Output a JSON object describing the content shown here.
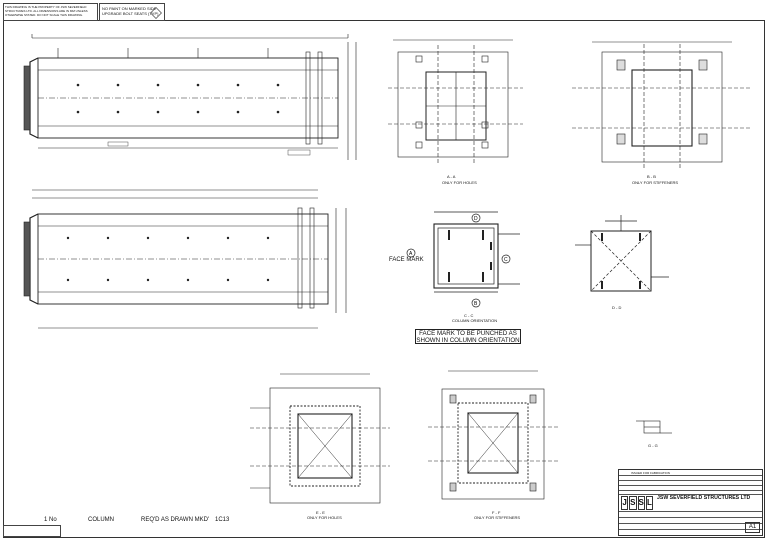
{
  "notes_block": {
    "text": "THIS DRAWING IS THE PROPERTY OF JSW SEVERFIELD STRUCTURES LTD. ALL DIMENSIONS ARE IN MM UNLESS OTHERWISE STATED. DO NOT SCALE THIS DRAWING."
  },
  "paint_box": {
    "line1": "NO PAINT ON MARKED SIDE",
    "line2": "UPGRADE BOLT SEATS (TYP)"
  },
  "views": {
    "aa_label": "A - A",
    "aa_sub": "ONLY FOR HOLES",
    "bb_label": "B - B",
    "bb_sub": "ONLY FOR STIFFENERS",
    "cc_label": "C - C",
    "cc_sub": "COLUMN ORIENTATION",
    "dd_label": "D - D",
    "ee_label": "E - E",
    "ee_sub": "ONLY FOR HOLES",
    "ff_label": "F - F",
    "ff_sub": "ONLY FOR STIFFENERS",
    "gg_label": "G - G"
  },
  "orientation": {
    "face_a": "A",
    "face_b": "B",
    "face_c": "C",
    "face_d": "D",
    "face_mark": "FACE MARK"
  },
  "face_note": {
    "line1": "FACE MARK TO BE PUNCHED AS",
    "line2": "SHOWN IN COLUMN ORIENTATION"
  },
  "bom": {
    "qty": "1 No",
    "item": "COLUMN",
    "req": "REQ'D AS DRAWN MKD'",
    "mark": "1C13"
  },
  "title_block": {
    "status": "ISSUED FOR FABRICATION",
    "company": "JSW SEVERFIELD STRUCTURES LTD",
    "sheet_size": "A1",
    "logo_letters": [
      "J",
      "S",
      "S",
      "L"
    ]
  }
}
